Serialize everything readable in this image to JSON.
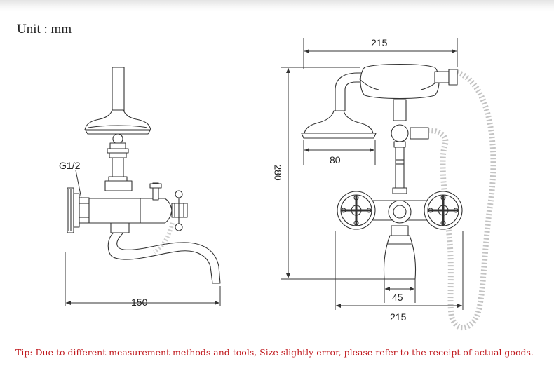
{
  "unit_label": "Unit : mm",
  "side_view": {
    "thread_label": "G1/2",
    "width_label": "150"
  },
  "front_view": {
    "top_width_label": "215",
    "height_label": "280",
    "head_width_label": "80",
    "spout_width_label": "45",
    "bottom_width_label": "215"
  },
  "tip": "Tip: Due to different measurement methods and tools, Size slightly error, please refer to the receipt of actual goods.",
  "colors": {
    "line": "#333333",
    "tip": "#c0181d",
    "hose": "#bbbbbb"
  }
}
